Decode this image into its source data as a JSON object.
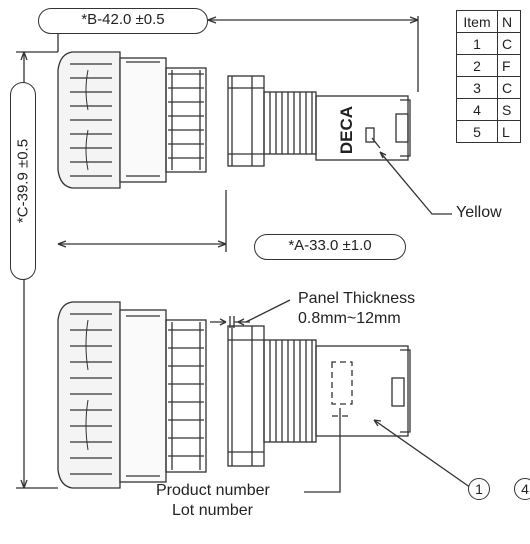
{
  "dimensions": {
    "b": "*B-42.0 ±0.5",
    "a": "*A-33.0 ±1.0",
    "c": "*C-39.9 ±0.5"
  },
  "body_marking": "DECA",
  "item_table": {
    "headers": [
      "Item",
      "N"
    ],
    "rows": [
      {
        "num": "1",
        "name": "C"
      },
      {
        "num": "2",
        "name": "F"
      },
      {
        "num": "3",
        "name": "C"
      },
      {
        "num": "4",
        "name": "S"
      },
      {
        "num": "5",
        "name": "L"
      }
    ]
  },
  "labels": {
    "yellow": "Yellow",
    "panel_thickness": "Panel Thickness",
    "panel_range": "0.8mm~12mm",
    "product_number": "Product number",
    "lot_number": "Lot number"
  },
  "callouts": [
    "1",
    "4"
  ]
}
